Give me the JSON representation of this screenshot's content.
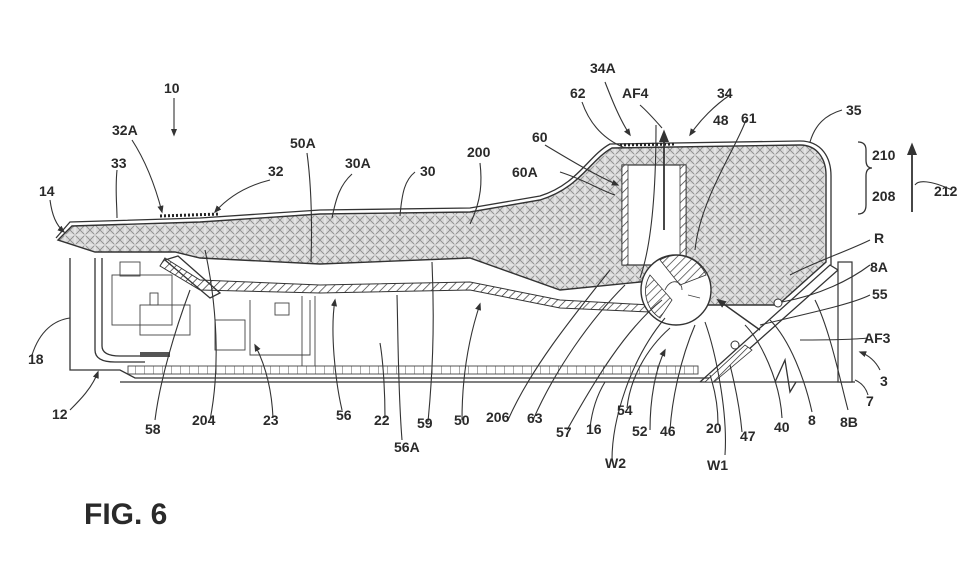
{
  "figure": {
    "caption": "FIG. 6",
    "reference_numerals": [
      {
        "id": "10",
        "text": "10"
      },
      {
        "id": "32A",
        "text": "32A"
      },
      {
        "id": "33",
        "text": "33"
      },
      {
        "id": "14",
        "text": "14"
      },
      {
        "id": "32",
        "text": "32"
      },
      {
        "id": "50A",
        "text": "50A"
      },
      {
        "id": "30A",
        "text": "30A"
      },
      {
        "id": "30",
        "text": "30"
      },
      {
        "id": "200",
        "text": "200"
      },
      {
        "id": "60",
        "text": "60"
      },
      {
        "id": "60A",
        "text": "60A"
      },
      {
        "id": "62",
        "text": "62"
      },
      {
        "id": "34A",
        "text": "34A"
      },
      {
        "id": "AF4",
        "text": "AF4"
      },
      {
        "id": "34",
        "text": "34"
      },
      {
        "id": "48",
        "text": "48"
      },
      {
        "id": "61",
        "text": "61"
      },
      {
        "id": "35",
        "text": "35"
      },
      {
        "id": "210",
        "text": "210"
      },
      {
        "id": "208",
        "text": "208"
      },
      {
        "id": "212",
        "text": "212"
      },
      {
        "id": "R",
        "text": "R"
      },
      {
        "id": "8A",
        "text": "8A"
      },
      {
        "id": "55",
        "text": "55"
      },
      {
        "id": "AF3",
        "text": "AF3"
      },
      {
        "id": "3",
        "text": "3"
      },
      {
        "id": "7",
        "text": "7"
      },
      {
        "id": "18",
        "text": "18"
      },
      {
        "id": "12",
        "text": "12"
      },
      {
        "id": "58",
        "text": "58"
      },
      {
        "id": "204",
        "text": "204"
      },
      {
        "id": "23",
        "text": "23"
      },
      {
        "id": "56",
        "text": "56"
      },
      {
        "id": "22",
        "text": "22"
      },
      {
        "id": "56A",
        "text": "56A"
      },
      {
        "id": "59",
        "text": "59"
      },
      {
        "id": "50",
        "text": "50"
      },
      {
        "id": "206",
        "text": "206"
      },
      {
        "id": "63",
        "text": "63"
      },
      {
        "id": "57",
        "text": "57"
      },
      {
        "id": "16",
        "text": "16"
      },
      {
        "id": "W2",
        "text": "W2"
      },
      {
        "id": "54",
        "text": "54"
      },
      {
        "id": "52",
        "text": "52"
      },
      {
        "id": "46",
        "text": "46"
      },
      {
        "id": "20",
        "text": "20"
      },
      {
        "id": "W1",
        "text": "W1"
      },
      {
        "id": "47",
        "text": "47"
      },
      {
        "id": "40",
        "text": "40"
      },
      {
        "id": "8",
        "text": "8"
      },
      {
        "id": "8B",
        "text": "8B"
      }
    ]
  }
}
